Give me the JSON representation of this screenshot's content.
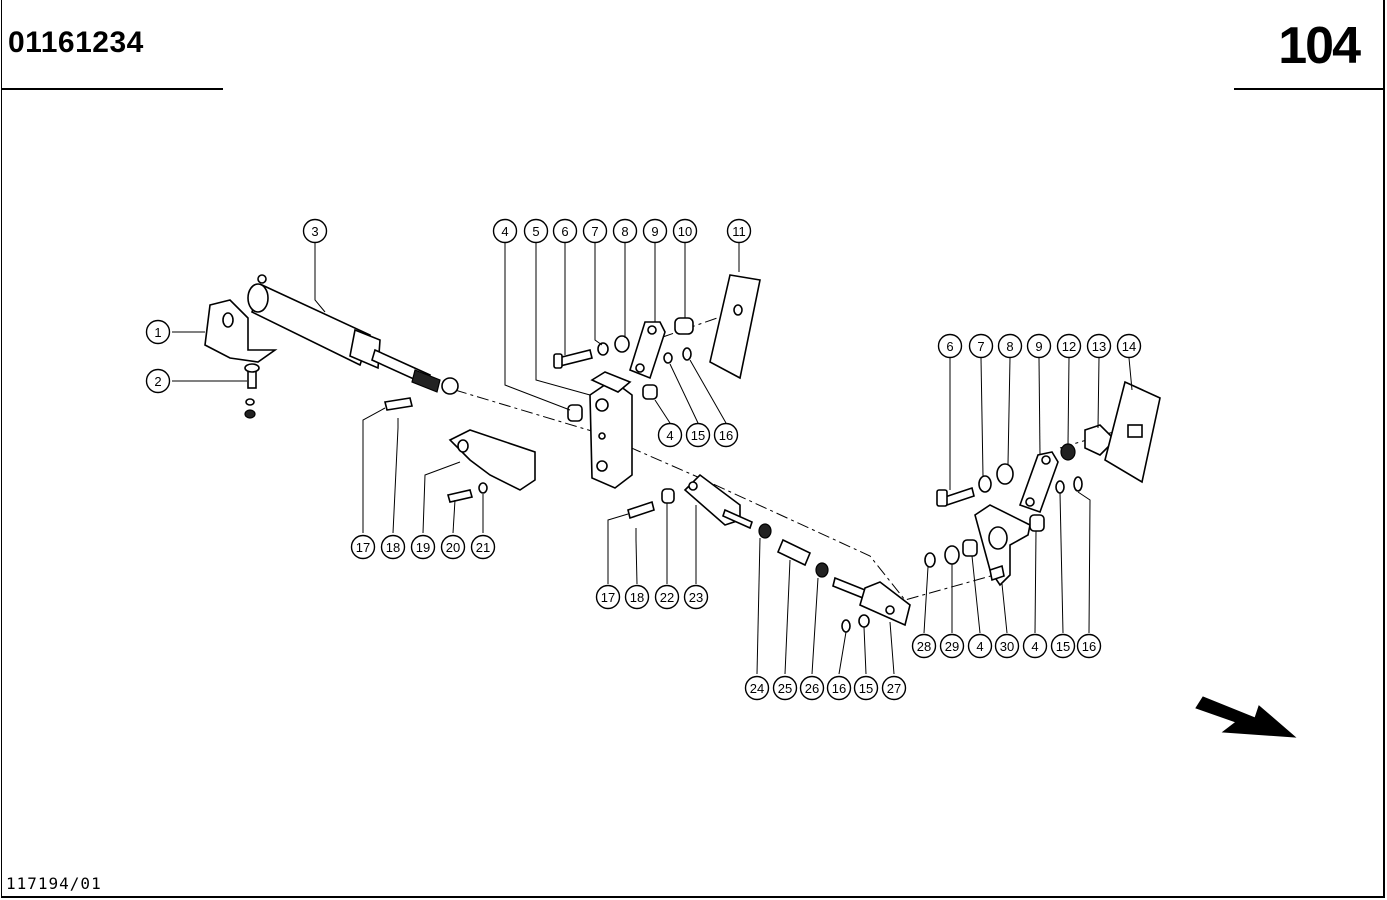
{
  "header": {
    "doc_number": "01161234",
    "page_number": "104"
  },
  "footer": {
    "drawing_ref": "117194/01"
  },
  "callouts": [
    {
      "id": "c3",
      "label": "3"
    },
    {
      "id": "c4a",
      "label": "4"
    },
    {
      "id": "c5",
      "label": "5"
    },
    {
      "id": "c6a",
      "label": "6"
    },
    {
      "id": "c7a",
      "label": "7"
    },
    {
      "id": "c8a",
      "label": "8"
    },
    {
      "id": "c9a",
      "label": "9"
    },
    {
      "id": "c10",
      "label": "10"
    },
    {
      "id": "c11",
      "label": "11"
    },
    {
      "id": "c1",
      "label": "1"
    },
    {
      "id": "c2",
      "label": "2"
    },
    {
      "id": "c4b",
      "label": "4"
    },
    {
      "id": "c15a",
      "label": "15"
    },
    {
      "id": "c16a",
      "label": "16"
    },
    {
      "id": "c6b",
      "label": "6"
    },
    {
      "id": "c7b",
      "label": "7"
    },
    {
      "id": "c8b",
      "label": "8"
    },
    {
      "id": "c9b",
      "label": "9"
    },
    {
      "id": "c12",
      "label": "12"
    },
    {
      "id": "c13",
      "label": "13"
    },
    {
      "id": "c14",
      "label": "14"
    },
    {
      "id": "c17a",
      "label": "17"
    },
    {
      "id": "c18a",
      "label": "18"
    },
    {
      "id": "c19",
      "label": "19"
    },
    {
      "id": "c20",
      "label": "20"
    },
    {
      "id": "c21",
      "label": "21"
    },
    {
      "id": "c17b",
      "label": "17"
    },
    {
      "id": "c18b",
      "label": "18"
    },
    {
      "id": "c22",
      "label": "22"
    },
    {
      "id": "c23",
      "label": "23"
    },
    {
      "id": "c28",
      "label": "28"
    },
    {
      "id": "c29",
      "label": "29"
    },
    {
      "id": "c4c",
      "label": "4"
    },
    {
      "id": "c30",
      "label": "30"
    },
    {
      "id": "c4d",
      "label": "4"
    },
    {
      "id": "c15b",
      "label": "15"
    },
    {
      "id": "c16b",
      "label": "16"
    },
    {
      "id": "c24",
      "label": "24"
    },
    {
      "id": "c25",
      "label": "25"
    },
    {
      "id": "c26",
      "label": "26"
    },
    {
      "id": "c16c",
      "label": "16"
    },
    {
      "id": "c15c",
      "label": "15"
    },
    {
      "id": "c27",
      "label": "27"
    }
  ],
  "icons": {
    "direction_arrow": "arrow-down-right-icon"
  }
}
